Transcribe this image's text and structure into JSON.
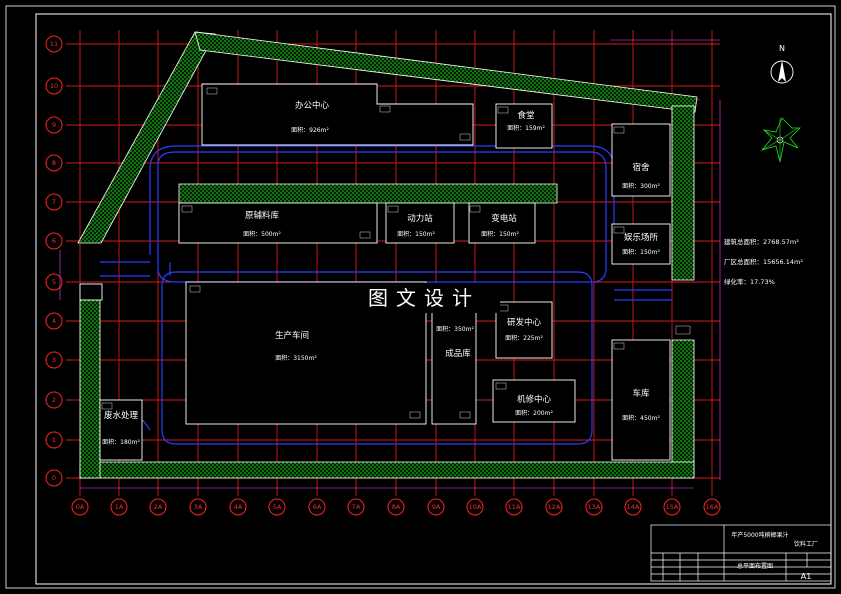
{
  "grid_labels": {
    "columns": [
      "0A",
      "1A",
      "2A",
      "3A",
      "4A",
      "5A",
      "6A",
      "7A",
      "8A",
      "9A",
      "10A",
      "11A",
      "12A",
      "13A",
      "14A",
      "15A",
      "16A"
    ],
    "rows": [
      "11",
      "10",
      "9",
      "8",
      "7",
      "6",
      "5",
      "4",
      "3",
      "2",
      "1",
      "0"
    ]
  },
  "buildings": [
    {
      "id": "office",
      "name": "办公中心",
      "area": "面积：926m²"
    },
    {
      "id": "canteen",
      "name": "食堂",
      "area": "面积：159m²"
    },
    {
      "id": "dorm",
      "name": "宿舍",
      "area": "面积：300m²"
    },
    {
      "id": "raw",
      "name": "原辅料库",
      "area": "面积：500m²"
    },
    {
      "id": "power",
      "name": "动力站",
      "area": "面积：150m²"
    },
    {
      "id": "substation",
      "name": "变电站",
      "area": "面积：150m²"
    },
    {
      "id": "leisure",
      "name": "娱乐场所",
      "area": "面积：150m²"
    },
    {
      "id": "workshop",
      "name": "生产车间",
      "area": "面积：3150m²"
    },
    {
      "id": "product",
      "name": "成品库",
      "area": "面积：350m²"
    },
    {
      "id": "rd",
      "name": "研发中心",
      "area": "面积：225m²"
    },
    {
      "id": "repair",
      "name": "机修中心",
      "area": "面积：200m²"
    },
    {
      "id": "garage",
      "name": "车库",
      "area": "面积：450m²"
    },
    {
      "id": "waste",
      "name": "废水处理",
      "area": "面积：180m²"
    }
  ],
  "stats": {
    "building_area": "建筑总面积：2768.57m²",
    "plant_area": "厂区总面积：15656.14m²",
    "green_rate": "绿化率：17.73%"
  },
  "north": "N",
  "watermark": "图文设计",
  "title_block": {
    "project": "年产5000吨槟榔果汁",
    "project2": "饮料工厂",
    "drawing": "总平面布置图",
    "size": "A1"
  }
}
